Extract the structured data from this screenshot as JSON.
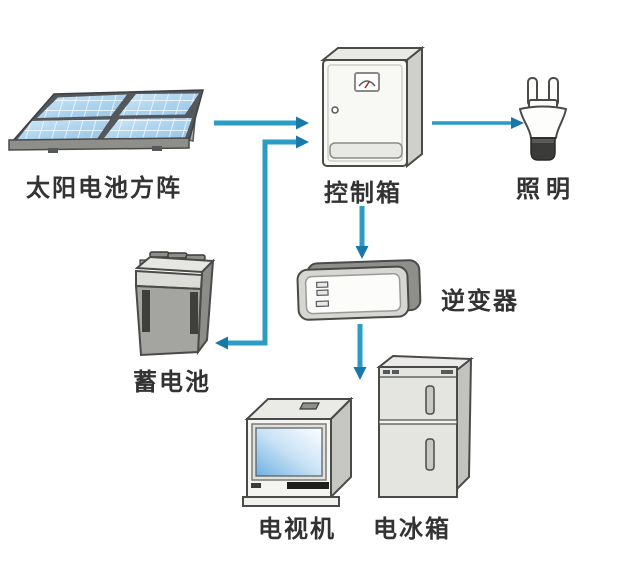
{
  "diagram": {
    "background_color": "#ffffff",
    "arrow_color": "#2a9cc6",
    "arrowhead_color": "#1878aa",
    "label_color": "#333333",
    "nodes": [
      {
        "id": "solar-array",
        "label": "太阳电池方阵",
        "icon": "solar-panel-icon"
      },
      {
        "id": "control-box",
        "label": "控制箱",
        "icon": "control-cabinet-icon"
      },
      {
        "id": "lighting",
        "label": "照明",
        "icon": "plug-bulb-icon"
      },
      {
        "id": "battery",
        "label": "蓄电池",
        "icon": "battery-icon"
      },
      {
        "id": "inverter",
        "label": "逆变器",
        "icon": "inverter-icon"
      },
      {
        "id": "tv",
        "label": "电视机",
        "icon": "tv-icon"
      },
      {
        "id": "fridge",
        "label": "电冰箱",
        "icon": "fridge-icon"
      }
    ],
    "edges": [
      {
        "from": "solar-array",
        "to": "control-box",
        "direction": "one-way"
      },
      {
        "from": "battery",
        "to": "control-box",
        "direction": "two-way"
      },
      {
        "from": "control-box",
        "to": "lighting",
        "direction": "one-way"
      },
      {
        "from": "control-box",
        "to": "inverter",
        "direction": "one-way"
      },
      {
        "from": "inverter",
        "to": "tv-and-fridge",
        "direction": "one-way"
      }
    ]
  }
}
